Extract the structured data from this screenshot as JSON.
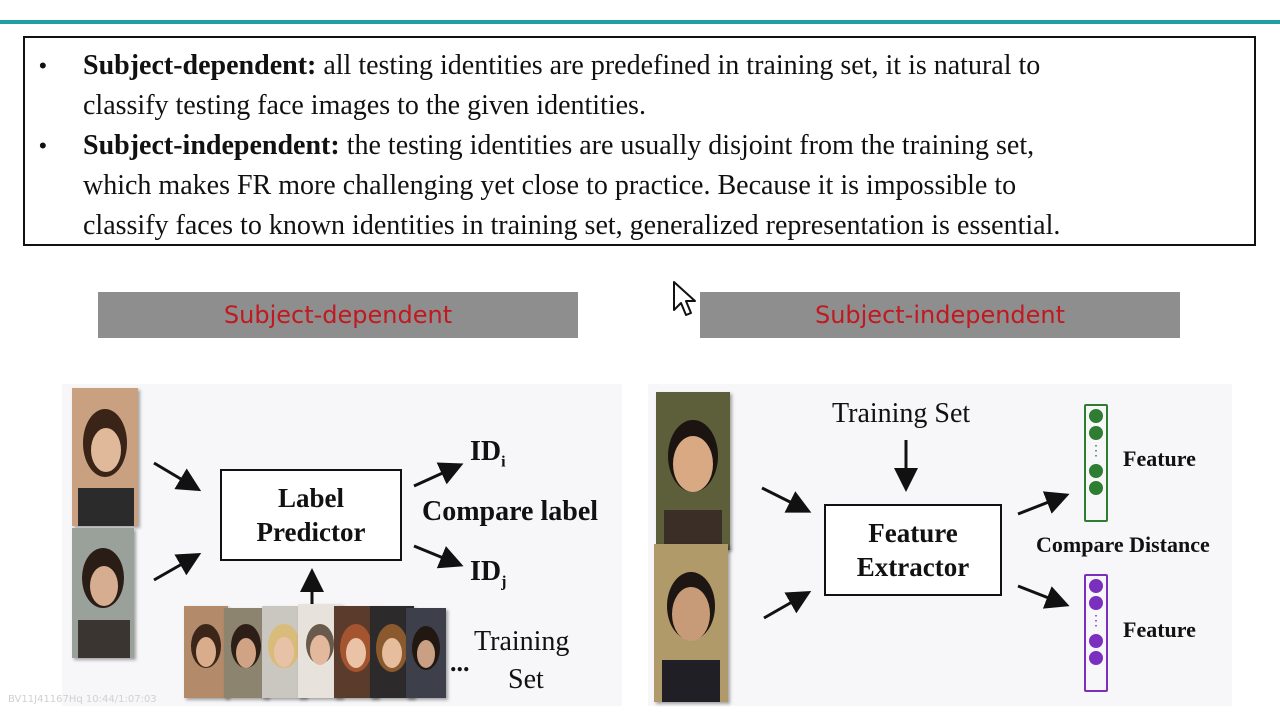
{
  "bullets": [
    {
      "term": "Subject-dependent:",
      "line1": " all testing identities are predefined in training set, it is natural to",
      "line2": "classify testing face images to the given identities."
    },
    {
      "term": "Subject-independent:",
      "line1": " the testing identities are usually disjoint from the training set,",
      "line2": "which makes FR more challenging yet close to practice. Because it is impossible to",
      "line3": "classify faces to known identities in training set, generalized representation is essential."
    }
  ],
  "bullet_symbol": "•",
  "banners": {
    "left": "Subject-dependent",
    "right": "Subject-independent"
  },
  "left_figure": {
    "box_line1": "Label",
    "box_line2": "Predictor",
    "id_top": "ID",
    "id_top_sub": "i",
    "id_bottom": "ID",
    "id_bottom_sub": "j",
    "compare": "Compare label",
    "ellipsis": "...",
    "training_line1": "Training",
    "training_line2": "Set"
  },
  "right_figure": {
    "training": "Training Set",
    "box_line1": "Feature",
    "box_line2": "Extractor",
    "feature_top": "Feature",
    "feature_bottom": "Feature",
    "compare": "Compare Distance",
    "vdots": "⋮"
  },
  "watermark": "BV11J41167Hq 10:44/1:07:03",
  "colors": {
    "accent_rule": "#1f9ea5",
    "banner_bg": "#8e8e8e",
    "banner_text": "#c0191f",
    "feature_green": "#2e7d32",
    "feature_purple": "#7b2fbf"
  },
  "icons": {
    "cursor": "mouse-pointer-icon"
  }
}
